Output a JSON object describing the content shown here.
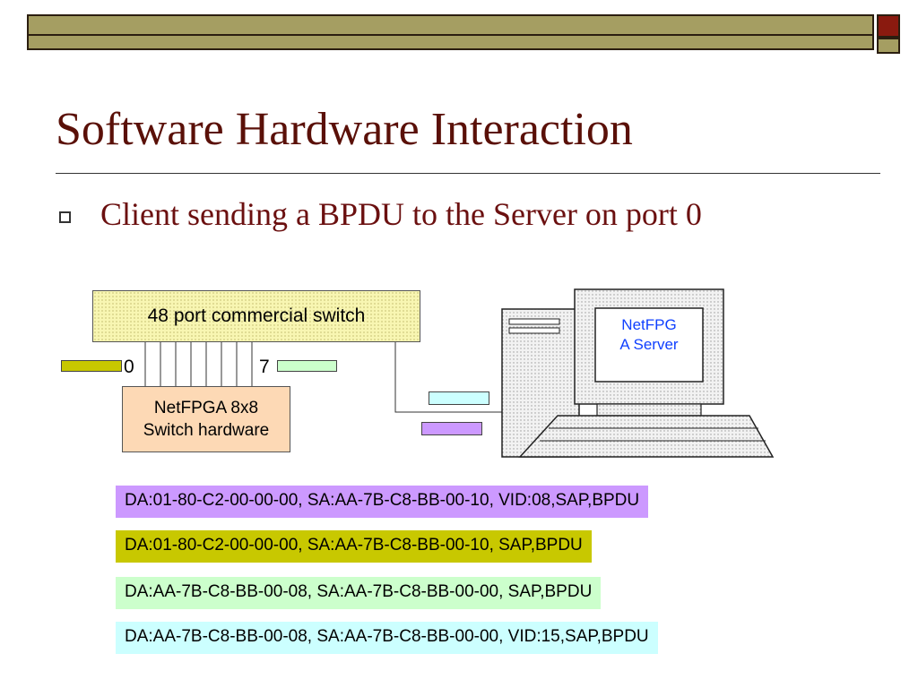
{
  "slide": {
    "title": "Software Hardware Interaction",
    "bullet": "Client sending a BPDU to the Server on port 0"
  },
  "diagram": {
    "switch_label": "48 port commercial switch",
    "hardware_label_line1": "NetFPGA 8x8",
    "hardware_label_line2": "Switch hardware",
    "port_left": "0",
    "port_right": "7",
    "server_label_line1": "NetFPG",
    "server_label_line2": "A Server"
  },
  "frames": [
    {
      "text": "DA:01-80-C2-00-00-00, SA:AA-7B-C8-BB-00-10, VID:08,SAP,BPDU",
      "color": "#cc99ff"
    },
    {
      "text": "DA:01-80-C2-00-00-00, SA:AA-7B-C8-BB-00-10, SAP,BPDU",
      "color": "#c8c800"
    },
    {
      "text": "DA:AA-7B-C8-BB-00-08, SA:AA-7B-C8-BB-00-00, SAP,BPDU",
      "color": "#ccffcc"
    },
    {
      "text": "DA:AA-7B-C8-BB-00-08, SA:AA-7B-C8-BB-00-00, VID:15,SAP,BPDU",
      "color": "#ccffff"
    }
  ],
  "colors": {
    "title": "#5a1008",
    "bar": "#a59e62",
    "accent_square": "#8a1a0f",
    "switch_fill": "#f8f6b2",
    "hardware_fill": "#fdd9b5",
    "server_text": "#1040ff"
  }
}
